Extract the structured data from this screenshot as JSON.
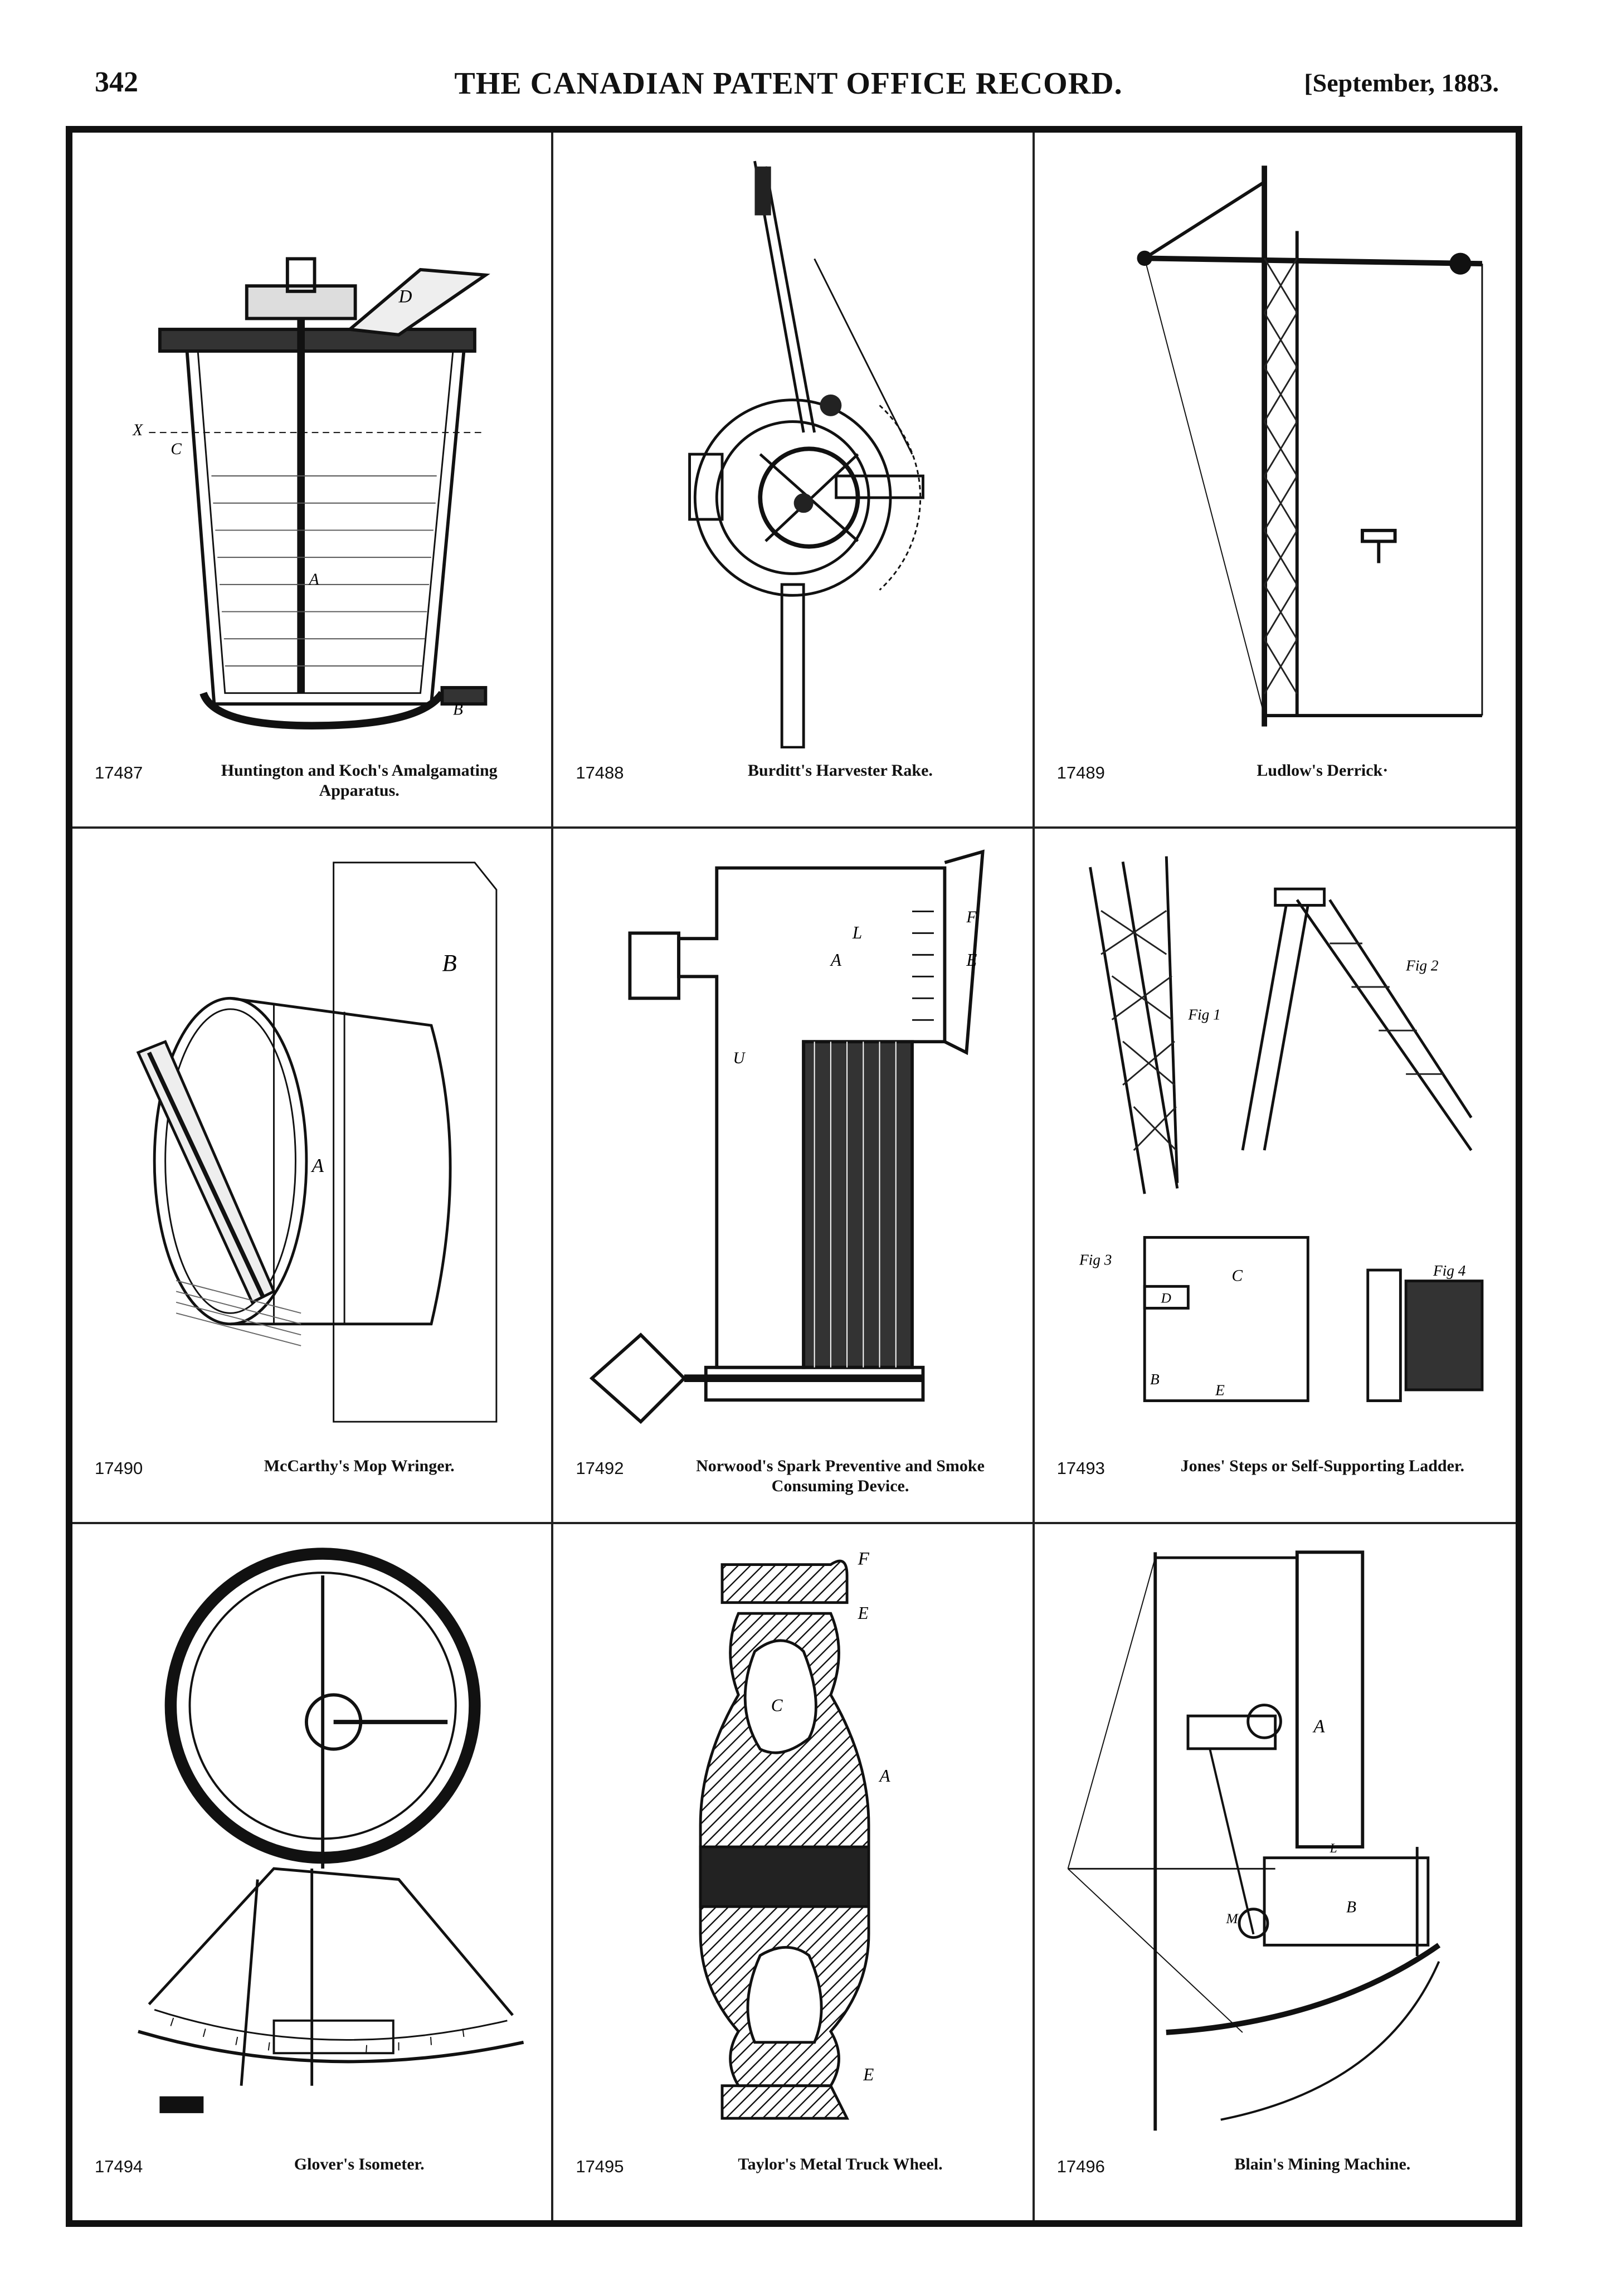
{
  "header": {
    "page_number": "342",
    "journal_title": "THE CANADIAN PATENT OFFICE RECORD.",
    "issue_date": "[September, 1883."
  },
  "plates": [
    {
      "number": "17487",
      "title": "Huntington and Koch's Amalgamating Apparatus.",
      "drawing": "amalgamating-apparatus"
    },
    {
      "number": "17488",
      "title": "Burditt's Harvester Rake.",
      "drawing": "harvester-rake"
    },
    {
      "number": "17489",
      "title": "Ludlow's Derrick·",
      "drawing": "derrick"
    },
    {
      "number": "17490",
      "title": "McCarthy's Mop Wringer.",
      "drawing": "mop-wringer"
    },
    {
      "number": "17492",
      "title": "Norwood's Spark Preventive and Smoke Consuming Device.",
      "drawing": "spark-preventive"
    },
    {
      "number": "17493",
      "title": "Jones' Steps or Self-Supporting Ladder.",
      "drawing": "ladder"
    },
    {
      "number": "17494",
      "title": "Glover's Isometer.",
      "drawing": "isometer"
    },
    {
      "number": "17495",
      "title": "Taylor's Metal Truck Wheel.",
      "drawing": "truck-wheel"
    },
    {
      "number": "17496",
      "title": "Blain's Mining Machine.",
      "drawing": "mining-machine"
    }
  ],
  "figure_labels": {
    "amalgamating": [
      "D",
      "A",
      "B",
      "X",
      "C"
    ],
    "ladder": [
      "Fig 1",
      "Fig 2",
      "Fig 3",
      "Fig 4",
      "C",
      "D",
      "B",
      "E"
    ],
    "truck_wheel": [
      "F",
      "E",
      "C",
      "A",
      "E"
    ],
    "spark": [
      "A",
      "L",
      "E",
      "F",
      "U"
    ],
    "mining": [
      "A",
      "B",
      "M",
      "L"
    ]
  }
}
